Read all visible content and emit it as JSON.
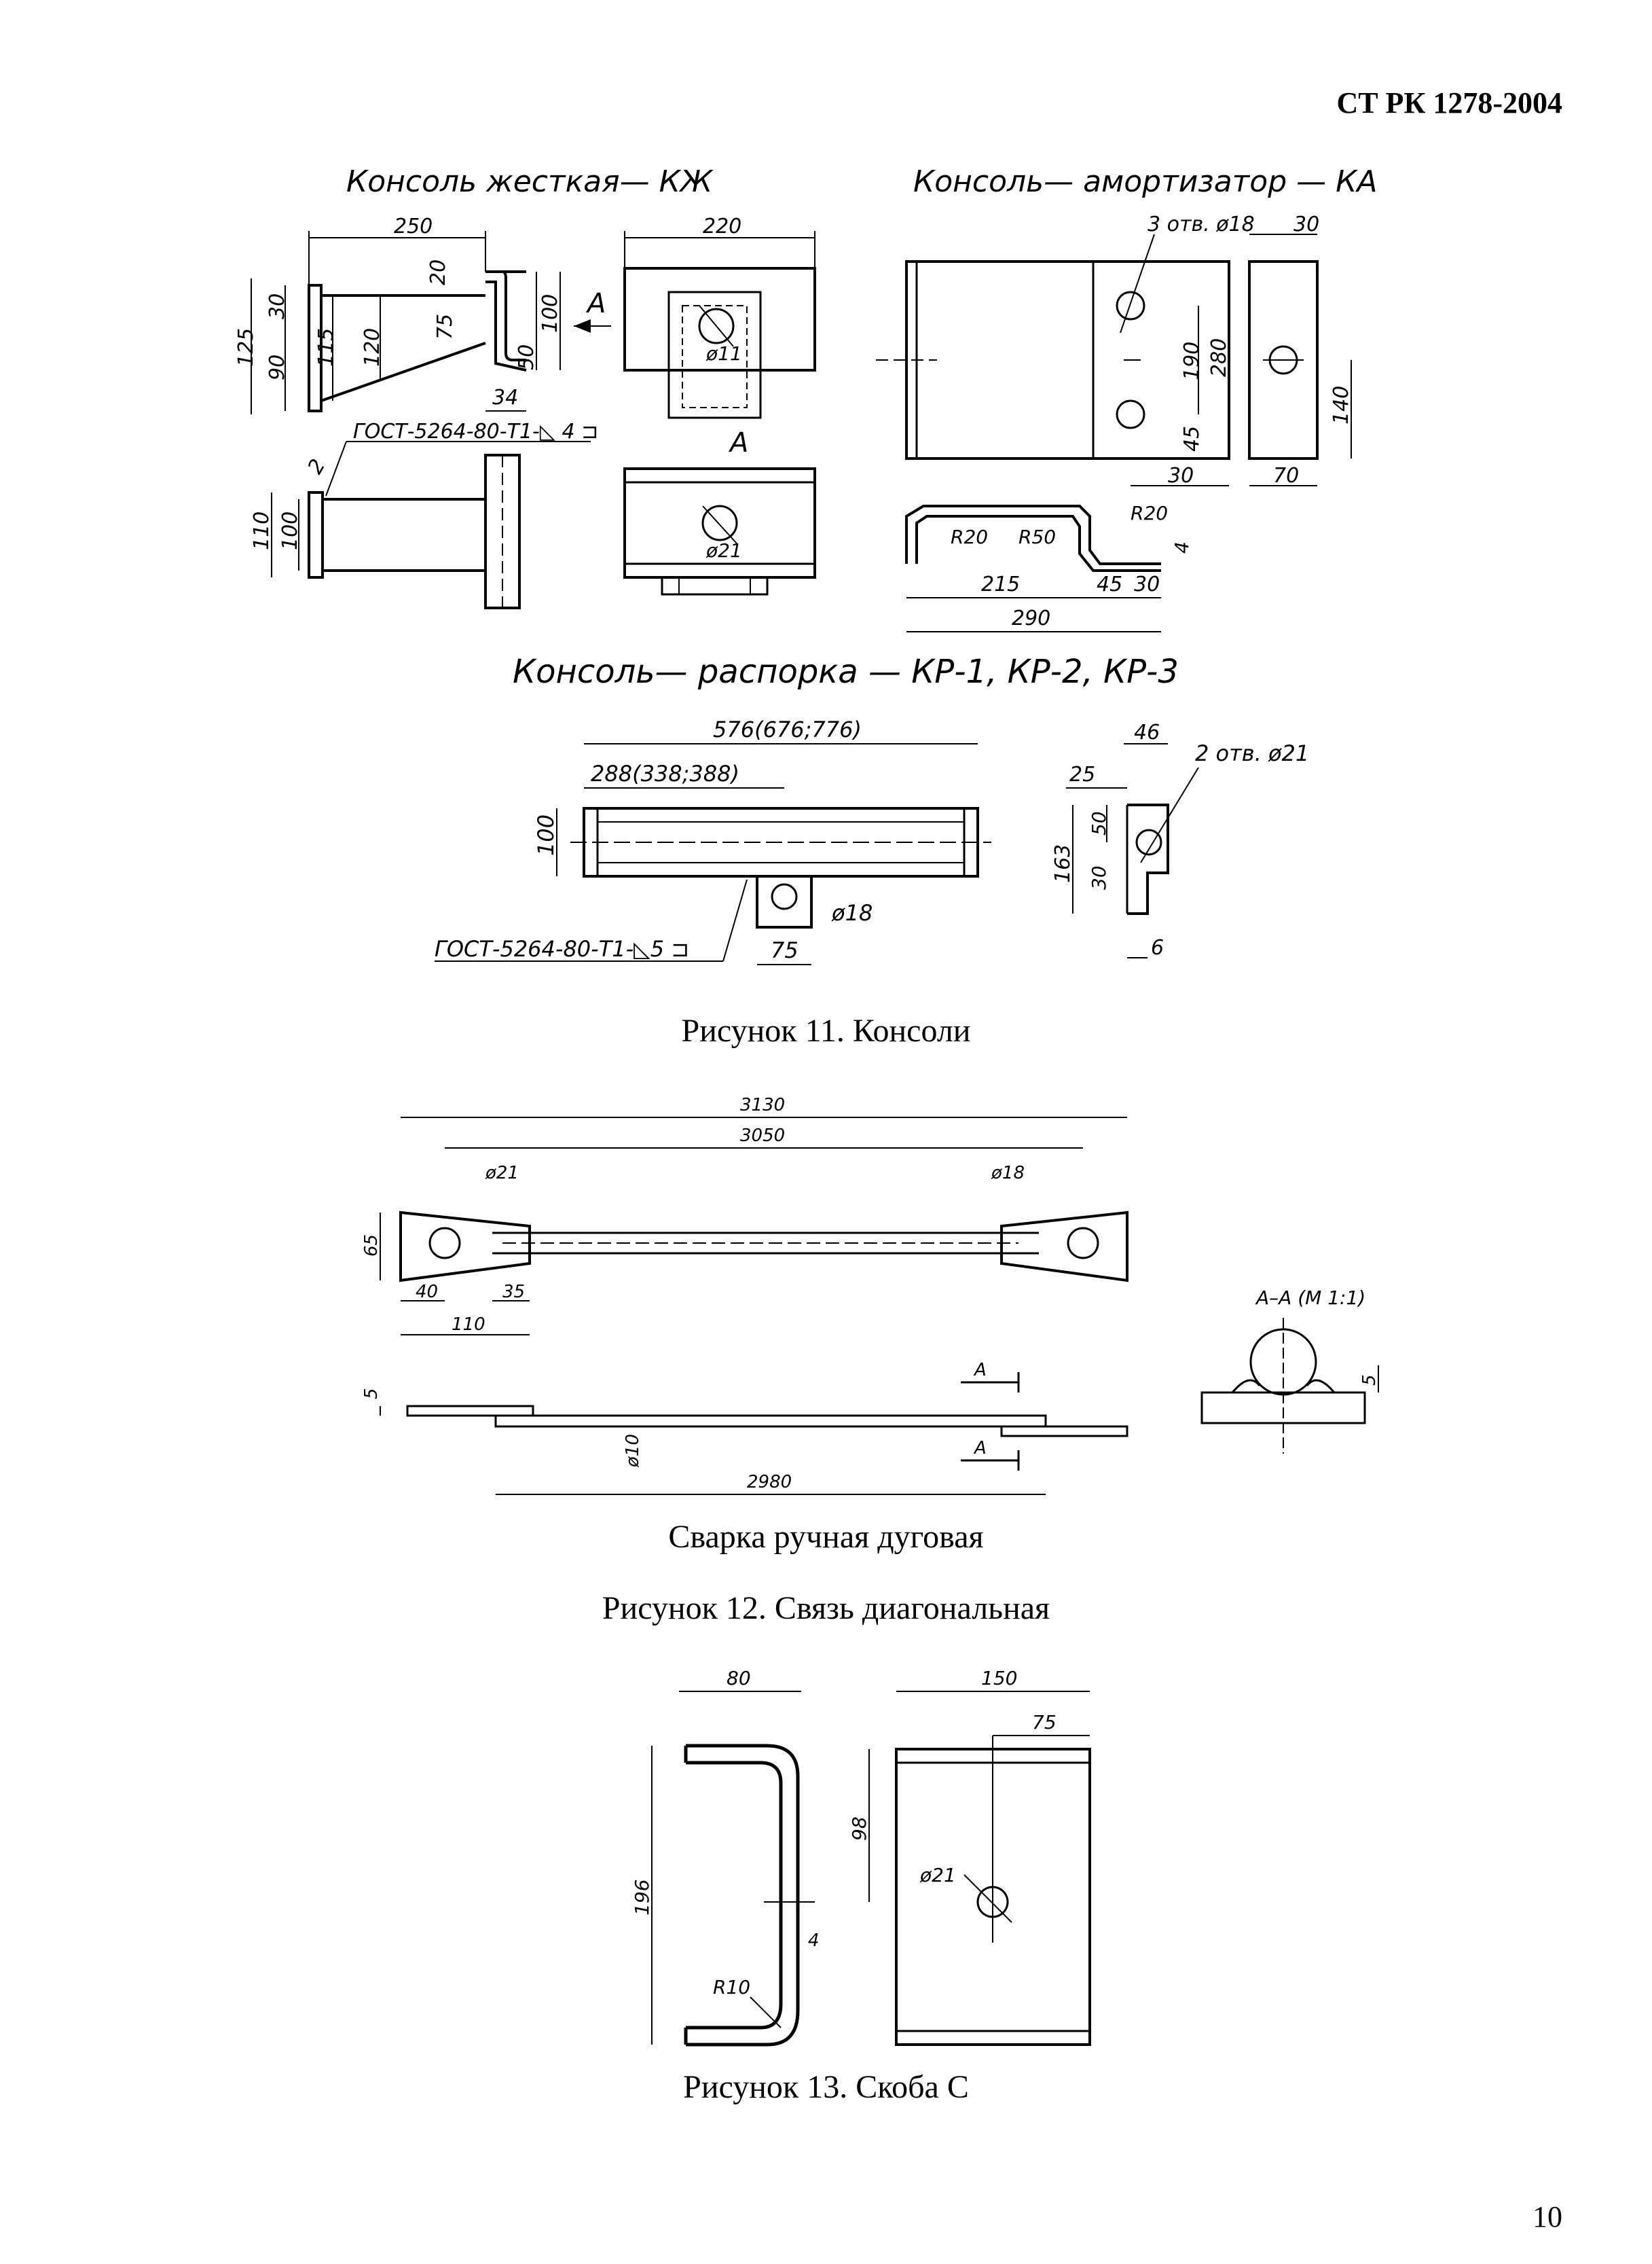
{
  "header": {
    "doc_code": "СТ РК 1278-2004"
  },
  "page_number": "10",
  "figure11": {
    "caption": "Рисунок 11. Консоли",
    "kzh": {
      "title": "Консоль жесткая— КЖ",
      "dims": [
        "250",
        "220",
        "20",
        "30",
        "125",
        "90",
        "115",
        "120",
        "75",
        "50",
        "100",
        "34",
        "ø11",
        "A",
        "A",
        "2",
        "110",
        "100",
        "ø21"
      ],
      "weld_note": "ГОСТ-5264-80-Т1-◺ 4 ⊐"
    },
    "ka": {
      "title": "Консоль— амортизатор — КА",
      "dims": [
        "3 отв. ø18",
        "30",
        "190",
        "280",
        "45",
        "30",
        "140",
        "70",
        "R20",
        "R50",
        "R20",
        "4",
        "215",
        "45",
        "30",
        "290"
      ]
    },
    "kr": {
      "title": "Консоль— распорка — КР-1, КР-2, КР-3",
      "dims": [
        "576(676;776)",
        "288(338;388)",
        "100",
        "ø18",
        "75",
        "46",
        "25",
        "2 отв. ø21",
        "50",
        "163",
        "30",
        "6"
      ],
      "weld_note": "ГОСТ-5264-80-Т1-◺5 ⊐"
    }
  },
  "figure12": {
    "caption": "Рисунок 12. Связь диагональная",
    "subcaption": "Сварка ручная дуговая",
    "dims": [
      "3130",
      "3050",
      "ø21",
      "ø18",
      "65",
      "40",
      "35",
      "110",
      "5",
      "ø10",
      "2980",
      "A",
      "A",
      "A–A (М 1:1)",
      "5"
    ]
  },
  "figure13": {
    "caption": "Рисунок 13. Скоба С",
    "dims": [
      "80",
      "196",
      "4",
      "R10",
      "150",
      "75",
      "98",
      "ø21"
    ]
  }
}
